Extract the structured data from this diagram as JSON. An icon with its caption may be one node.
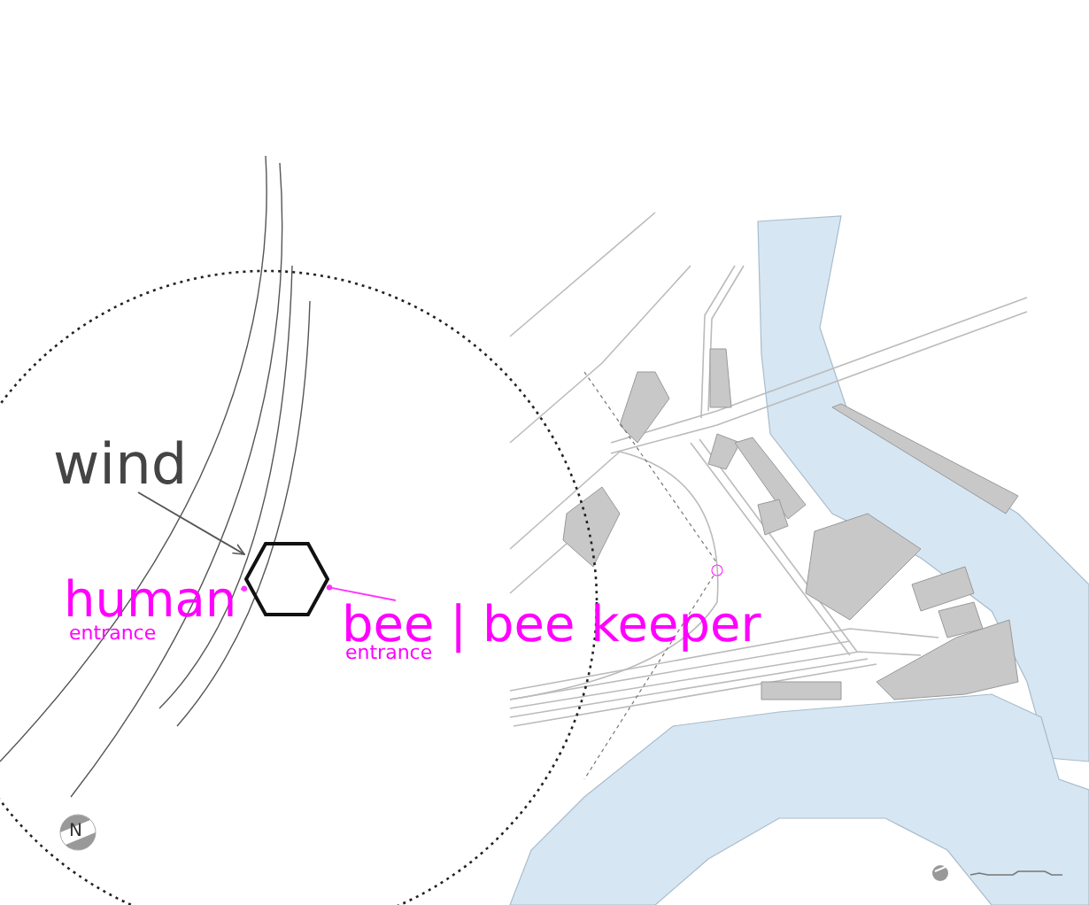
{
  "diagram": {
    "nodes": [
      {
        "text": [
          "wind"
        ]
      },
      {
        "text": [],
        "shape": "hexagon"
      },
      {
        "text": [
          "human",
          "entrance"
        ]
      },
      {
        "text": [
          "bee | bee keeper",
          "entrance"
        ]
      }
    ],
    "edges": [
      {
        "from": 0,
        "to": 1,
        "arrow": "to",
        "color": "#555555"
      },
      {
        "from": 2,
        "to": 1,
        "arrow": "other",
        "color": "#ff33ff"
      },
      {
        "from": 3,
        "to": 1,
        "arrow": "other",
        "color": "#ff33ff"
      }
    ],
    "labels": [
      "N"
    ]
  }
}
